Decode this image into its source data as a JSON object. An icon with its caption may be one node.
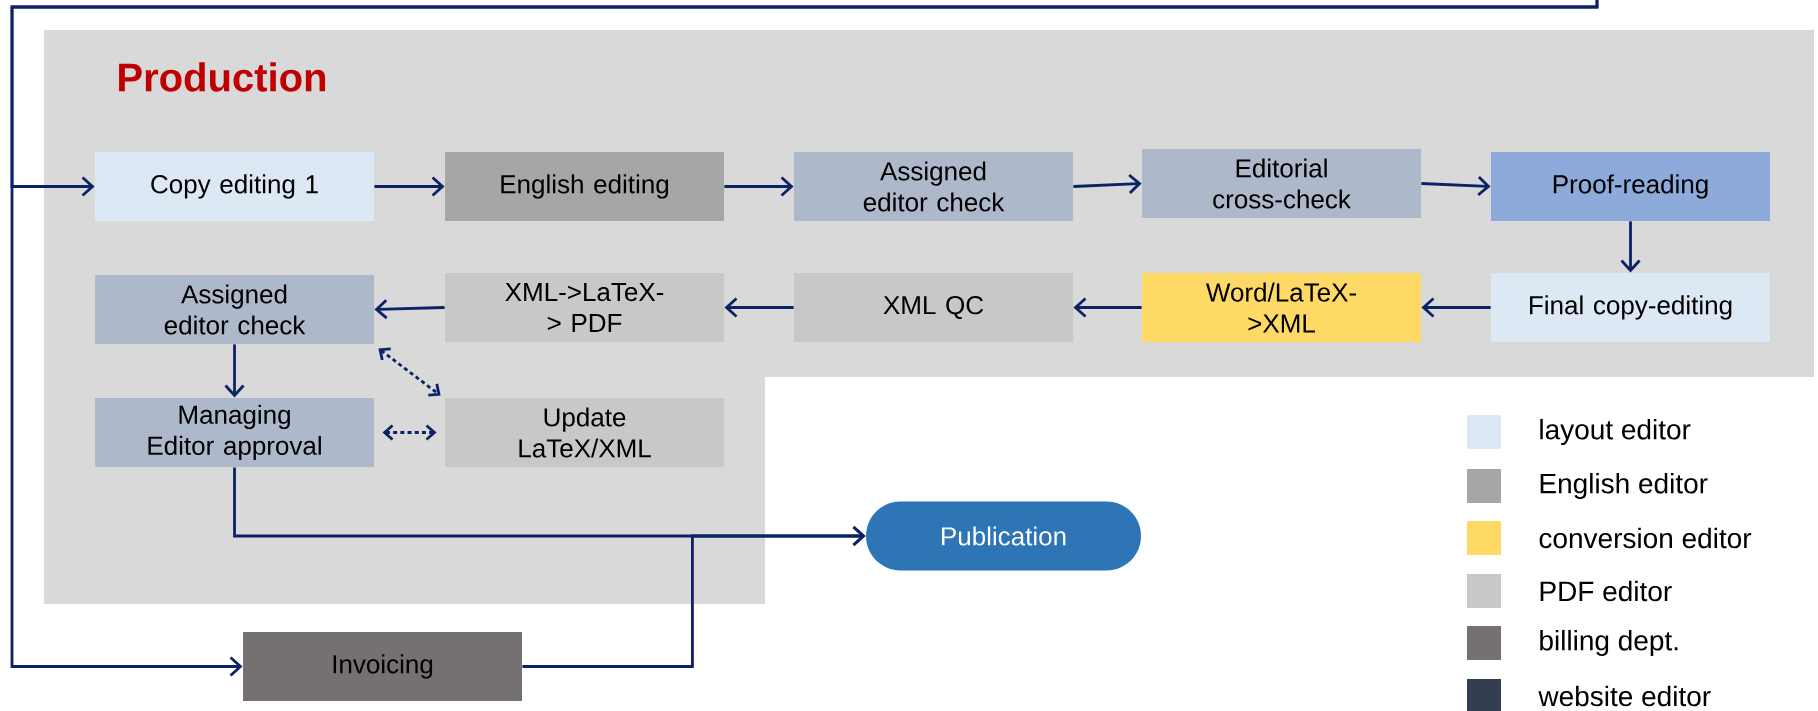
{
  "diagram": {
    "nodes": [
      {
        "text": [
          "Production"
        ]
      },
      {
        "text": [
          "Copy editing 1"
        ],
        "in": 0
      },
      {
        "text": [
          "English editing"
        ],
        "in": 0
      },
      {
        "text": [
          "Assigned editor check"
        ],
        "in": 0
      },
      {
        "text": [
          "Editorial cross-check"
        ],
        "in": 0
      },
      {
        "text": [
          "Proof-reading"
        ],
        "in": 0
      },
      {
        "text": [
          "Final copy-editing"
        ],
        "in": 0
      },
      {
        "text": [
          "Word/LaTeX- >XML"
        ],
        "in": 0
      },
      {
        "text": [
          "XML QC"
        ],
        "in": 0
      },
      {
        "text": [
          "XML->LaTeX-> PDF"
        ],
        "in": 0
      },
      {
        "text": [
          "Assigned editor check"
        ],
        "in": 0
      },
      {
        "text": [
          "Managing Editor approval"
        ],
        "in": 0
      },
      {
        "text": [
          "Update LaTeX/XML"
        ],
        "in": 0
      },
      {
        "text": [
          "Publication"
        ]
      },
      {
        "text": [
          "Invoicing"
        ]
      }
    ],
    "edges": [
      {
        "from": 1,
        "to": 2,
        "arrow": "to"
      },
      {
        "from": 2,
        "to": 3,
        "arrow": "to"
      },
      {
        "from": 3,
        "to": 4,
        "arrow": "to"
      },
      {
        "from": 4,
        "to": 5,
        "arrow": "to"
      },
      {
        "from": 5,
        "to": 6,
        "arrow": "to"
      },
      {
        "from": 6,
        "to": 7,
        "arrow": "to"
      },
      {
        "from": 7,
        "to": 8,
        "arrow": "to"
      },
      {
        "from": 8,
        "to": 9,
        "arrow": "to"
      },
      {
        "from": 9,
        "to": 10,
        "arrow": "to"
      },
      {
        "from": 10,
        "to": 11,
        "arrow": "to"
      },
      {
        "from": 10,
        "to": 12,
        "arrow": "both",
        "style": "dashed"
      },
      {
        "from": 11,
        "to": 12,
        "arrow": "both",
        "style": "dashed"
      },
      {
        "from": 11,
        "to": 13,
        "arrow": "to"
      },
      {
        "from": 14,
        "to": 13,
        "arrow": "to"
      },
      {
        "from": null,
        "to": 1,
        "arrow": "to"
      },
      {
        "from": null,
        "to": 14,
        "arrow": "to"
      }
    ],
    "legend": [
      {
        "text": "layout editor",
        "color": "#dde8f5"
      },
      {
        "text": "English editor",
        "color": "#a6a6a6"
      },
      {
        "text": "conversion editor",
        "color": "#ffd966"
      },
      {
        "text": "PDF editor",
        "color": "#c8c8c8"
      },
      {
        "text": "billing dept.",
        "color": "#767171"
      },
      {
        "text": "website editor",
        "color": "#333f50"
      }
    ]
  }
}
